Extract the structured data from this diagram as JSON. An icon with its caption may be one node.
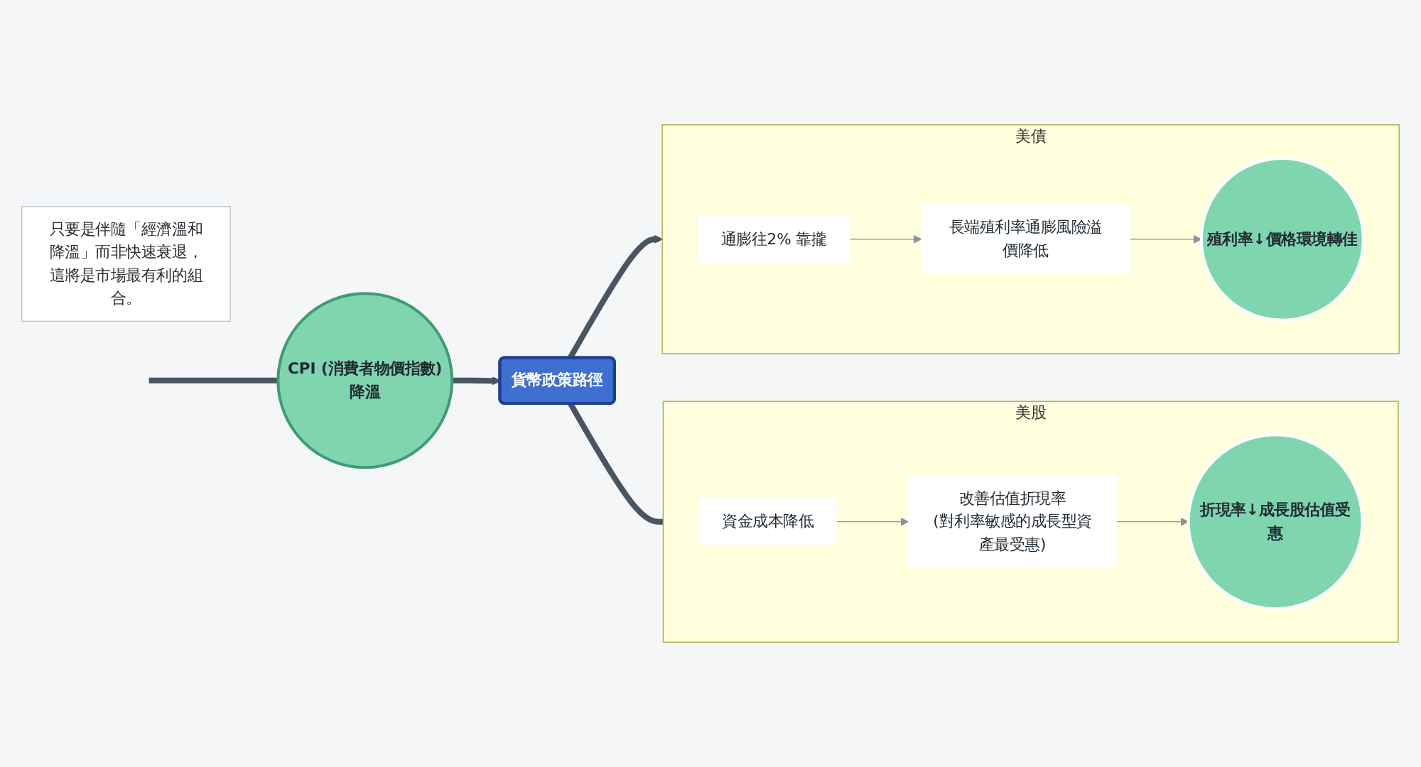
{
  "diagram": {
    "nodes": [
      {
        "text": [
          "CPI (消費者物價指數)降溫"
        ]
      },
      {
        "text": [
          "只要是伴隨「經濟溫和降溫」而非快速衰退，這將是市場最有利的組合。"
        ]
      },
      {
        "text": [
          "貨幣政策路徑"
        ]
      },
      {
        "text": [
          "美債"
        ]
      },
      {
        "text": [
          "通膨往2% 靠攏"
        ],
        "in": 3
      },
      {
        "text": [
          "長端殖利率通膨風險溢價降低"
        ],
        "in": 3
      },
      {
        "text": [
          "殖利率↓價格環境轉佳"
        ],
        "in": 3
      },
      {
        "text": [
          "美股"
        ]
      },
      {
        "text": [
          "資金成本降低"
        ],
        "in": 7
      },
      {
        "text": [
          "改善估值折現率",
          "(對利率敏感的成長型資產最受惠)"
        ],
        "in": 7
      },
      {
        "text": [
          "折現率↓成長股估值受惠"
        ],
        "in": 7
      }
    ],
    "edges": [
      {
        "from": null,
        "to": 0,
        "arrow": "none",
        "style": "thick"
      },
      {
        "from": 0,
        "to": 2,
        "arrow": "to",
        "style": "thick"
      },
      {
        "from": 2,
        "to": 3,
        "arrow": "to",
        "style": "thick"
      },
      {
        "from": 2,
        "to": 7,
        "arrow": "none",
        "style": "thick"
      },
      {
        "from": 4,
        "to": 5,
        "arrow": "to"
      },
      {
        "from": 5,
        "to": 6,
        "arrow": "to"
      },
      {
        "from": 8,
        "to": 9,
        "arrow": "to"
      },
      {
        "from": 9,
        "to": 10,
        "arrow": "to"
      }
    ]
  }
}
